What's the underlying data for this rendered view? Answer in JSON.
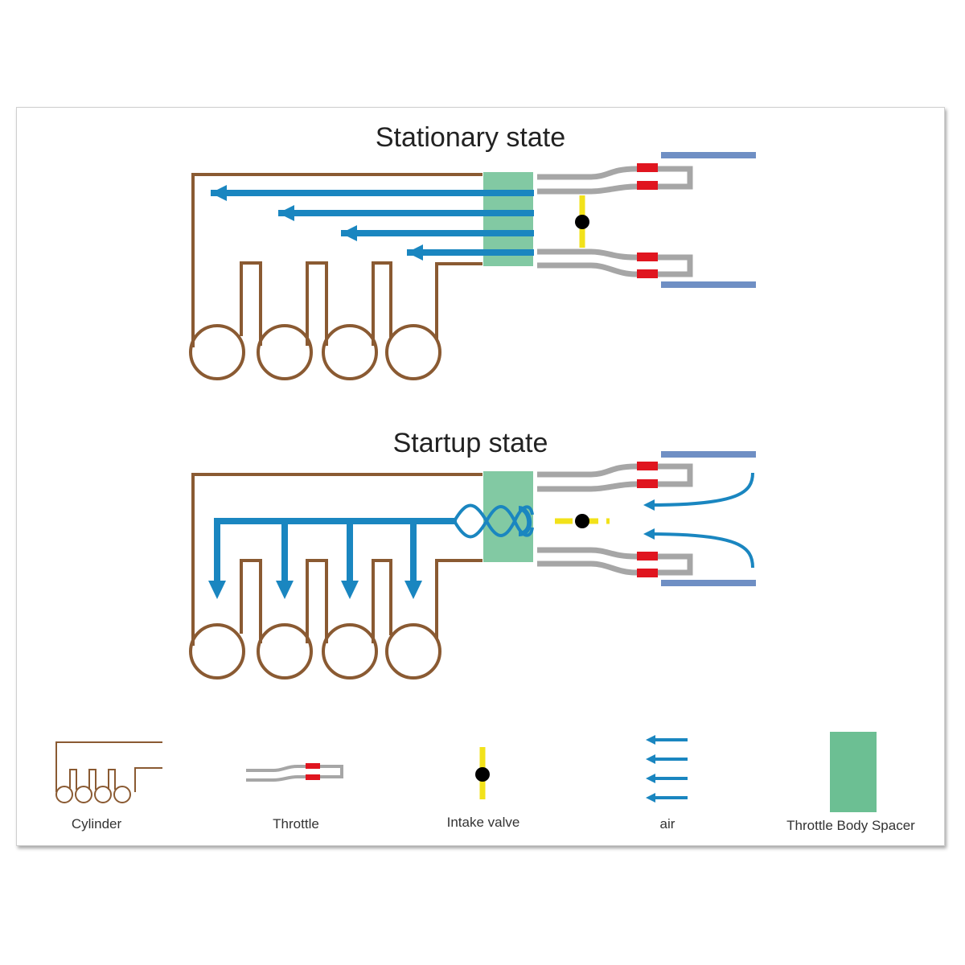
{
  "titles": {
    "stationary": "Stationary state",
    "startup": "Startup state"
  },
  "legend": {
    "cylinder": "Cylinder",
    "throttle": "Throttle",
    "intake_valve": "Intake valve",
    "air": "air",
    "spacer": "Throttle Body Spacer"
  },
  "colors": {
    "manifold": "#8a5a32",
    "air": "#1a86c0",
    "spacer": "#6cbf93",
    "throttle_pipe": "#a6a6a6",
    "throttle_ring": "#e0151f",
    "intake_blue": "#6f8fc4",
    "valve": "#f2e21a",
    "pivot": "#000000"
  }
}
